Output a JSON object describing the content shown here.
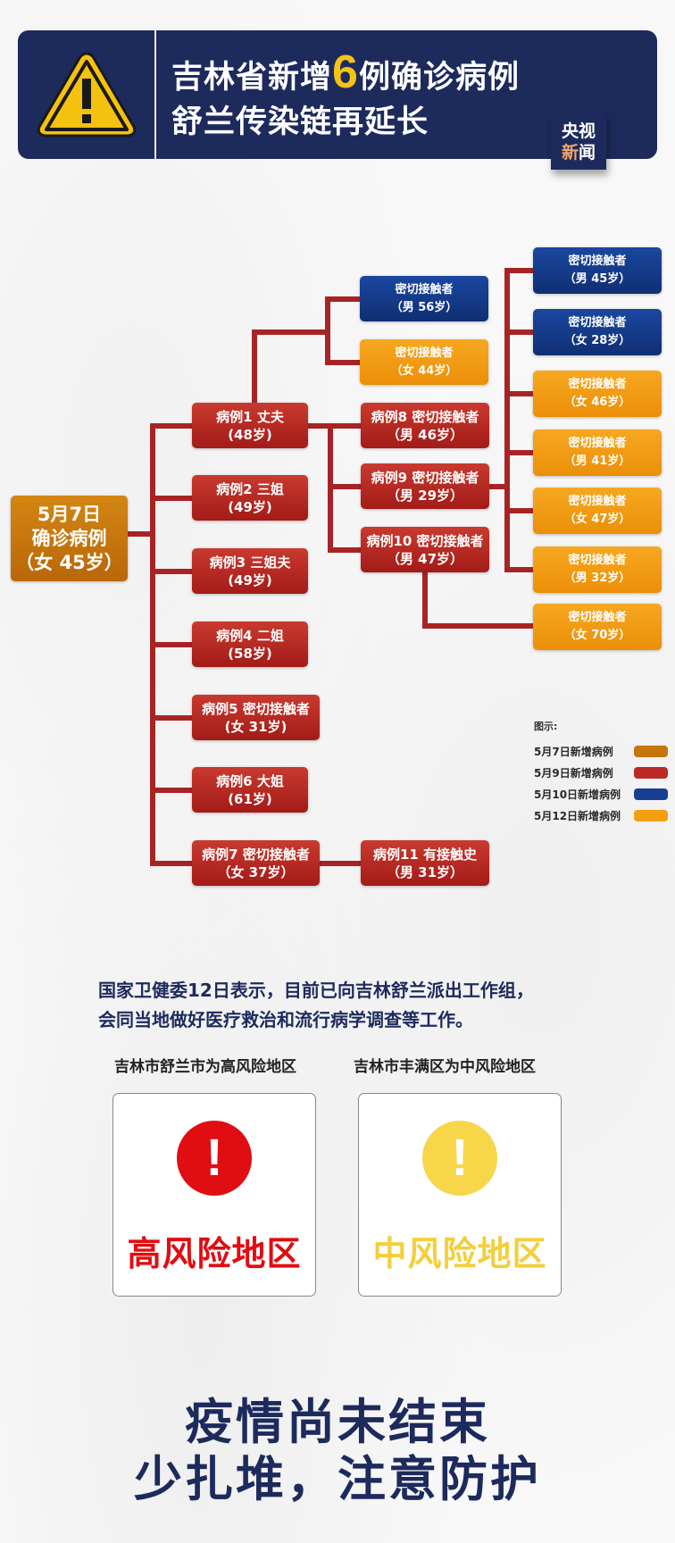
{
  "header": {
    "title_line1_pre": "吉林省新增",
    "title_number": "6",
    "title_line1_post": "例确诊病例",
    "title_line2": "舒兰传染链再延长",
    "source_badge": {
      "line1": "央视",
      "line2a": "新",
      "line2b": "闻"
    },
    "icon": "warning-triangle-icon",
    "colors": {
      "background": "#1d2a5c",
      "accent": "#f3c316"
    }
  },
  "tree": {
    "root": {
      "line1": "5月7日",
      "line2": "确诊病例",
      "line3": "（女 45岁）",
      "category": "5月7日新增病例"
    },
    "level1": [
      {
        "line1": "病例1 丈夫",
        "line2": "(48岁)",
        "category": "5月9日新增病例"
      },
      {
        "line1": "病例2 三姐",
        "line2": "(49岁)",
        "category": "5月9日新增病例"
      },
      {
        "line1": "病例3 三姐夫",
        "line2": "(49岁)",
        "category": "5月9日新增病例"
      },
      {
        "line1": "病例4 二姐",
        "line2": "(58岁)",
        "category": "5月9日新增病例"
      },
      {
        "line1": "病例5 密切接触者",
        "line2": "(女 31岁)",
        "category": "5月9日新增病例"
      },
      {
        "line1": "病例6 大姐",
        "line2": "(61岁)",
        "category": "5月9日新增病例"
      },
      {
        "line1": "病例7 密切接触者",
        "line2": "（女 37岁）",
        "category": "5月9日新增病例"
      }
    ],
    "case1_contacts": [
      {
        "line1": "密切接触者",
        "line2": "（男  56岁）",
        "category": "5月10日新增病例"
      },
      {
        "line1": "密切接触者",
        "line2": "（女  44岁）",
        "category": "5月12日新增病例"
      }
    ],
    "case1_cases": [
      {
        "line1": "病例8 密切接触者",
        "line2": "（男 46岁）",
        "category": "5月9日新增病例"
      },
      {
        "line1": "病例9 密切接触者",
        "line2": "（男 29岁）",
        "category": "5月9日新增病例"
      },
      {
        "line1": "病例10 密切接触者",
        "line2": "（男 47岁）",
        "category": "5月9日新增病例"
      }
    ],
    "case9_contacts": [
      {
        "line1": "密切接触者",
        "line2": "（男  45岁）",
        "category": "5月10日新增病例"
      },
      {
        "line1": "密切接触者",
        "line2": "（女  28岁）",
        "category": "5月10日新增病例"
      },
      {
        "line1": "密切接触者",
        "line2": "（女  46岁）",
        "category": "5月12日新增病例"
      },
      {
        "line1": "密切接触者",
        "line2": "（男  41岁）",
        "category": "5月12日新增病例"
      },
      {
        "line1": "密切接触者",
        "line2": "（女  47岁）",
        "category": "5月12日新增病例"
      },
      {
        "line1": "密切接触者",
        "line2": "（男  32岁）",
        "category": "5月12日新增病例"
      }
    ],
    "case10_contacts": [
      {
        "line1": "密切接触者",
        "line2": "（女  70岁）",
        "category": "5月12日新增病例"
      }
    ],
    "case7_contacts": [
      {
        "line1": "病例11 有接触史",
        "line2": "（男 31岁）",
        "category": "5月9日新增病例"
      }
    ],
    "connector_color": "#a82424"
  },
  "legend": {
    "title": "图示:",
    "items": [
      {
        "label": "5月7日新增病例",
        "color": "#c4760c"
      },
      {
        "label": "5月9日新增病例",
        "color": "#bb2a25"
      },
      {
        "label": "5月10日新增病例",
        "color": "#163f92"
      },
      {
        "label": "5月12日新增病例",
        "color": "#f2a010"
      }
    ]
  },
  "notice": {
    "line1": "国家卫健委12日表示，目前已向吉林舒兰派出工作组，",
    "line2": "会同当地做好医疗救治和流行病学调查等工作。"
  },
  "risk_areas": [
    {
      "caption": "吉林市舒兰市为高风险地区",
      "icon": "!",
      "label": "高风险地区",
      "color": "#e00d12"
    },
    {
      "caption": "吉林市丰满区为中风险地区",
      "icon": "!",
      "label": "中风险地区",
      "color": "#f7d64a"
    }
  ],
  "slogan": {
    "line1": "疫情尚未结束",
    "line2": "少扎堆，注意防护"
  }
}
